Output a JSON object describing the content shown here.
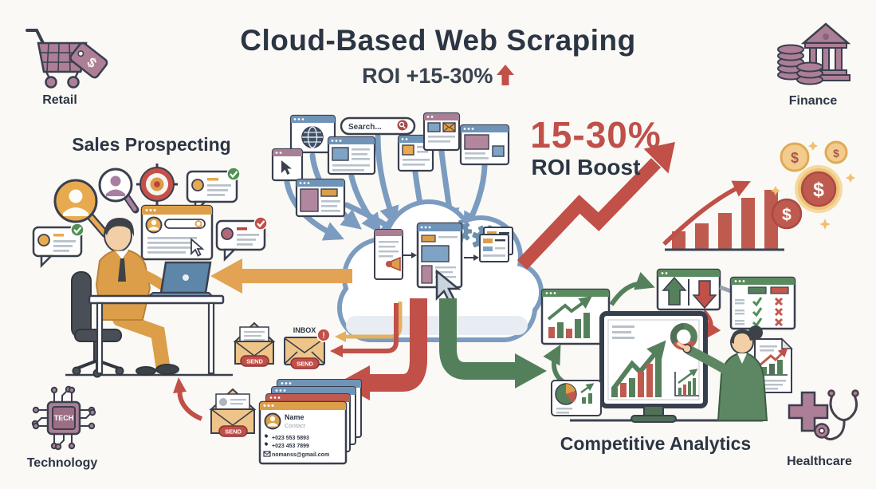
{
  "header": {
    "title": "Cloud-Based Web Scraping",
    "subtitle": "ROI +15-30%"
  },
  "corners": {
    "retail": "Retail",
    "finance": "Finance",
    "technology": "Technology",
    "healthcare": "Healthcare",
    "chip": "TECH"
  },
  "sections": {
    "left": "Sales Prospecting",
    "right": "Competitive Analytics"
  },
  "roi": {
    "percent": "15-30%",
    "label": "ROI Boost"
  },
  "search": {
    "placeholder": "Search..."
  },
  "email": {
    "send": "SEND",
    "inbox": "INBOX",
    "alert": "!"
  },
  "card": {
    "name": "Name",
    "subtitle": "Contact",
    "phone1": "+023 553 5893",
    "phone2": "+023 453 7899",
    "email": "nomanss@gmail.com"
  },
  "coins": {
    "symbol": "$"
  },
  "colors": {
    "accent_red": "#c05048",
    "navy": "#2c3544",
    "orange": "#e2a355",
    "green": "#55805c",
    "blue": "#7b9cc0",
    "mauve": "#ac7f96"
  }
}
